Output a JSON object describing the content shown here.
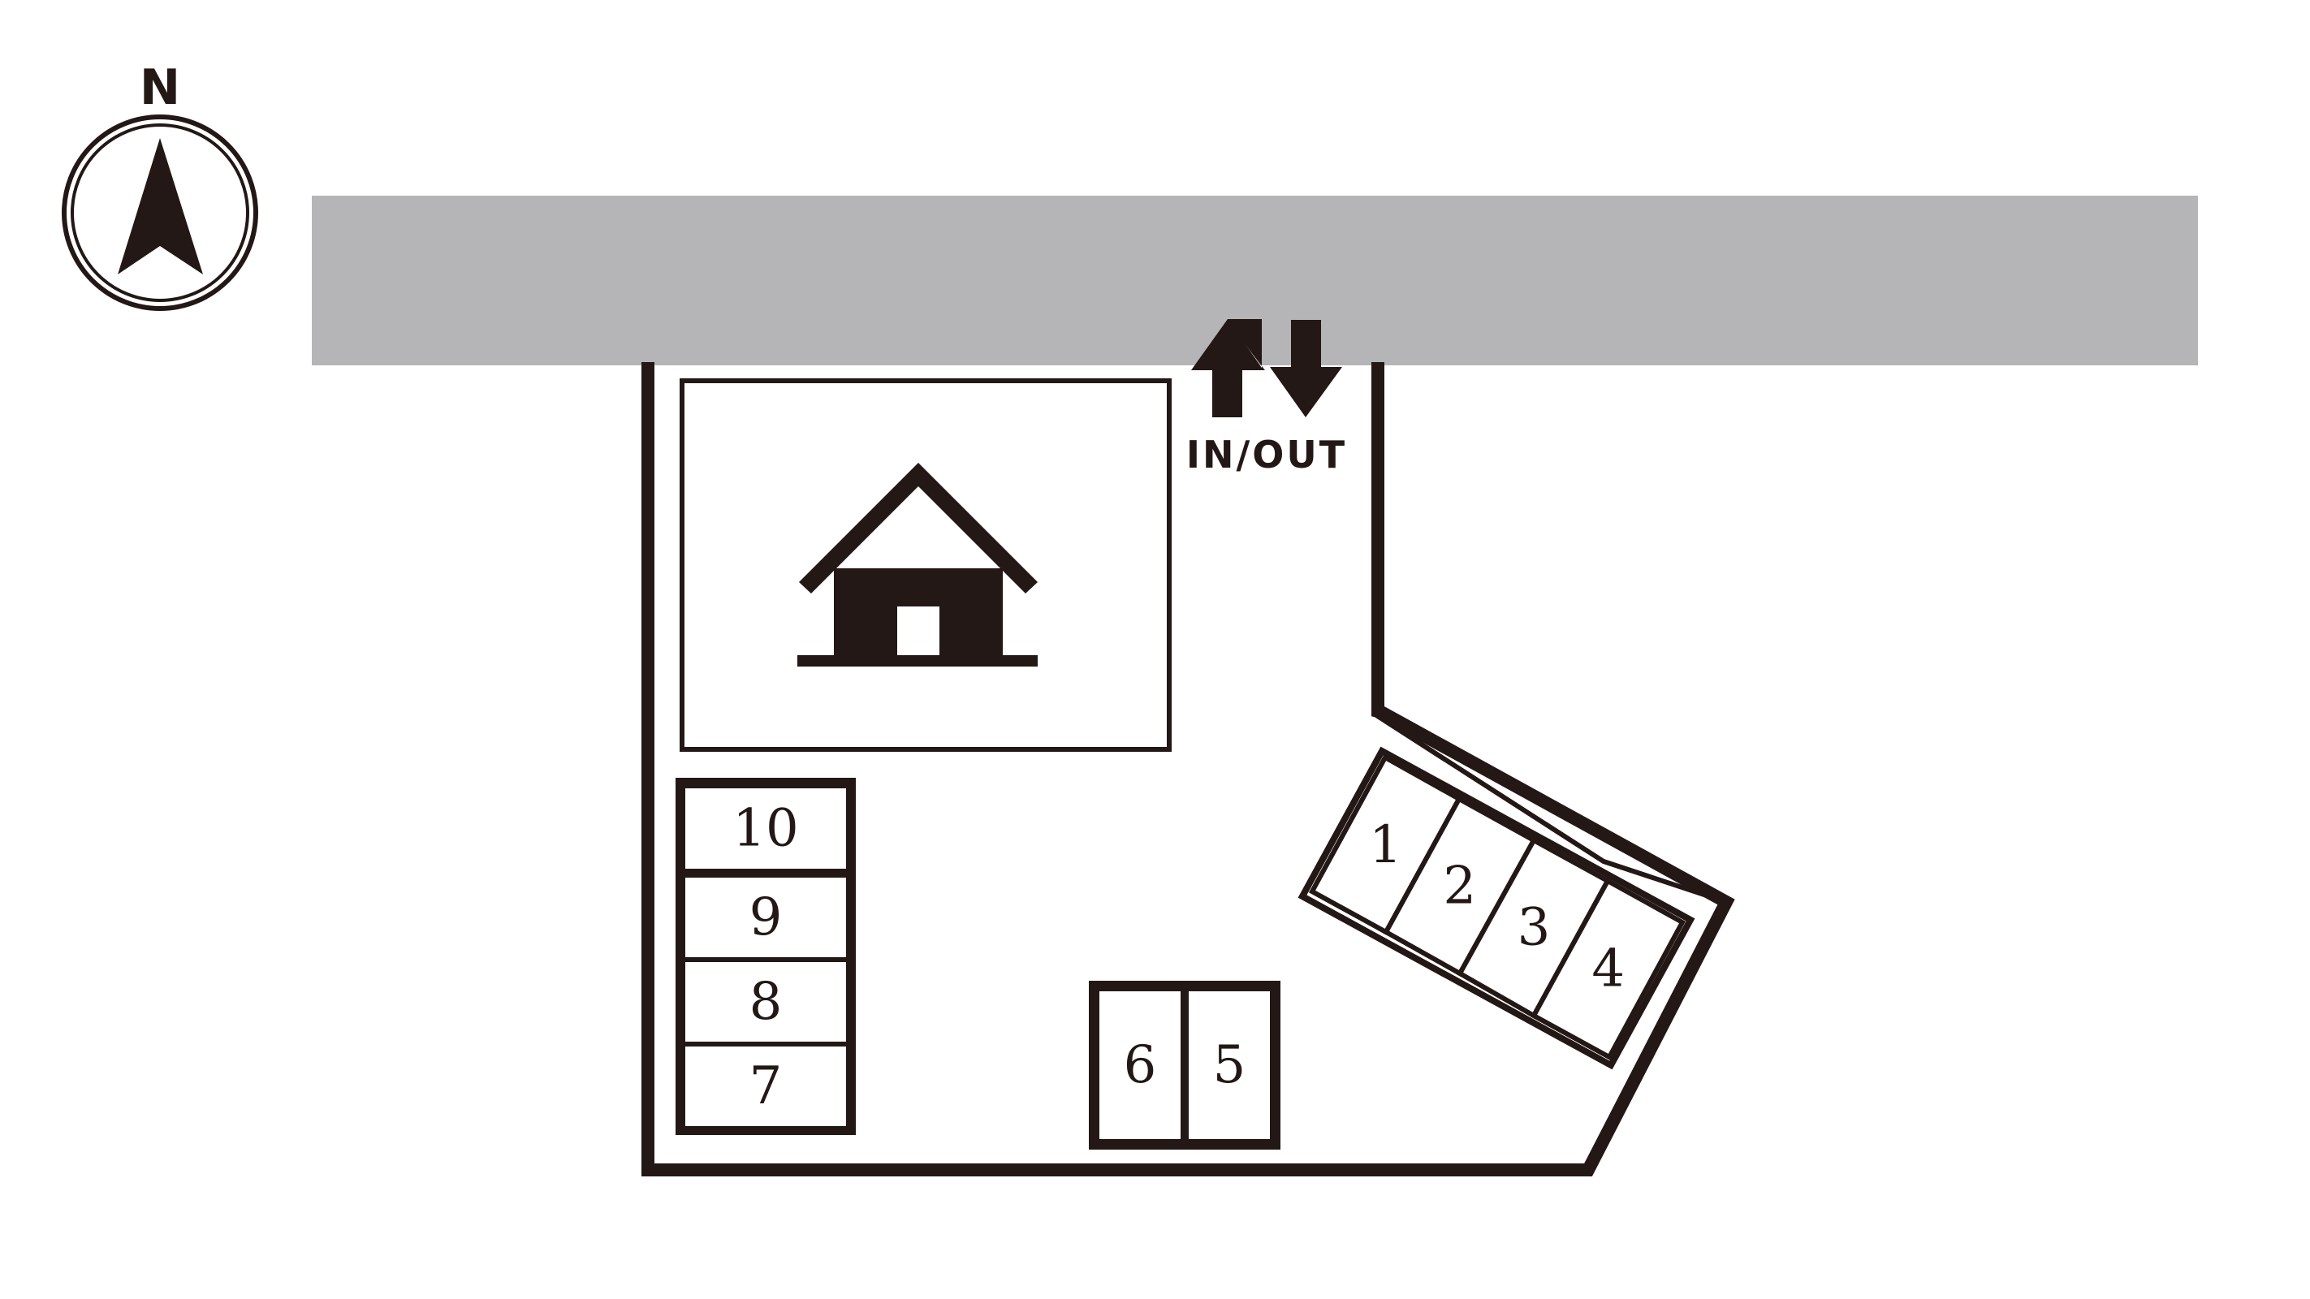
{
  "compass": {
    "letter": "N",
    "icon": "north-arrow-icon"
  },
  "entrance": {
    "label": "IN/OUT",
    "icons": [
      "up-arrow-icon",
      "down-arrow-icon"
    ]
  },
  "building": {
    "icon": "house-icon"
  },
  "stalls": [
    {
      "id": "1",
      "label": "1"
    },
    {
      "id": "2",
      "label": "2"
    },
    {
      "id": "3",
      "label": "3"
    },
    {
      "id": "4",
      "label": "4"
    },
    {
      "id": "5",
      "label": "5"
    },
    {
      "id": "6",
      "label": "6"
    },
    {
      "id": "7",
      "label": "7"
    },
    {
      "id": "8",
      "label": "8"
    },
    {
      "id": "9",
      "label": "9"
    },
    {
      "id": "10",
      "label": "10"
    }
  ],
  "colors": {
    "ink": "#231815",
    "road": "#b5b5b8",
    "background": "#ffffff"
  }
}
